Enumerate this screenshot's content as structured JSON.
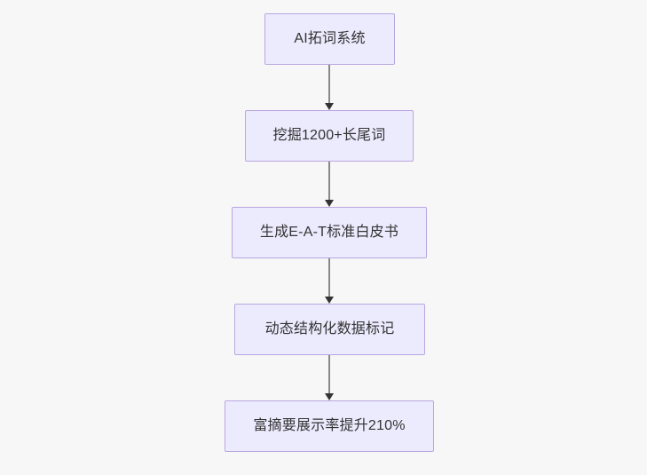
{
  "diagram": {
    "type": "flowchart",
    "direction": "top-to-bottom",
    "background_color": "#f7f7f7",
    "node_fill_color": "#eceafd",
    "node_border_color": "#b9a7e0",
    "node_text_color": "#333333",
    "edge_line_color": "#888888",
    "edge_arrow_color": "#333333",
    "nodes": [
      {
        "id": "n1",
        "label": "AI拓词系统"
      },
      {
        "id": "n2",
        "label": "挖掘1200+长尾词"
      },
      {
        "id": "n3",
        "label": "生成E-A-T标准白皮书"
      },
      {
        "id": "n4",
        "label": "动态结构化数据标记"
      },
      {
        "id": "n5",
        "label": "富摘要展示率提升210%"
      }
    ],
    "edges": [
      {
        "from": "n1",
        "to": "n2",
        "label": ""
      },
      {
        "from": "n2",
        "to": "n3",
        "label": ""
      },
      {
        "from": "n3",
        "to": "n4",
        "label": ""
      },
      {
        "from": "n4",
        "to": "n5",
        "label": ""
      }
    ]
  }
}
